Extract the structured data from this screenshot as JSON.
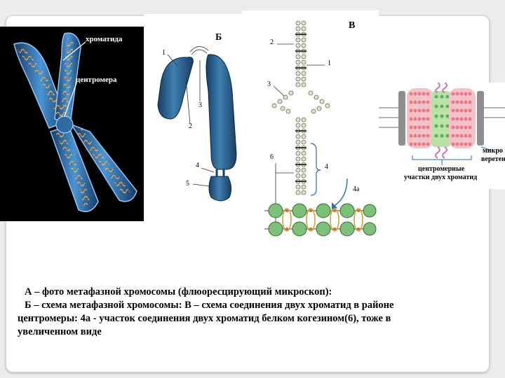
{
  "panel_a": {
    "chromatid_label": "хроматида",
    "centromere_label": "центромера"
  },
  "panel_b": {
    "letter": "Б",
    "n1": "1",
    "n2": "2",
    "n3": "3",
    "n4": "4",
    "n5": "5"
  },
  "panel_v": {
    "letter": "В",
    "n1": "1",
    "n2": "2",
    "n3": "3",
    "n4": "4",
    "n4a": "4а",
    "n6": "6"
  },
  "panel_g": {
    "label_right_1": "микро",
    "label_right_2": "веретен",
    "label_bottom_1": "центромерные",
    "label_bottom_2": "участки двух хроматид"
  },
  "caption": {
    "line_1": "А – фото метафазной хромосомы (флюоресцирующий микроскоп):",
    "line_2": "Б – схема  метафазной хромосомы: В – схема соединения двух хроматид в районе",
    "line_3": "центромеры: 4а - участок соединения двух хроматид белком когезином(6), тоже в",
    "line_4": "увеличенном виде"
  },
  "colors": {
    "card_background": "#ffffff",
    "page_background": "#ececec",
    "chromosome_blue": "#2a5f8a",
    "fluorescent_blue": "#4f9de0",
    "cohesin_green": "#7cc07a",
    "chromatid_pink": "#e77a88"
  }
}
